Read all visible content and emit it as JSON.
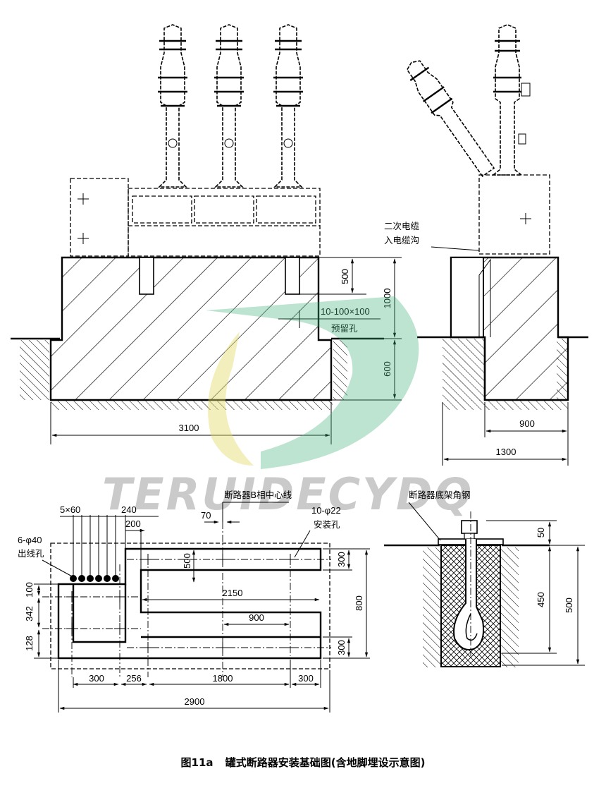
{
  "watermark": "TERUIDECYDQ",
  "caption": {
    "figure_no": "图11a",
    "title": "罐式断路器安装基础图(含地脚埋设示意图)"
  },
  "front_view": {
    "dims": {
      "width_total": "3100",
      "h_top": "500",
      "h_mid": "1000",
      "h_bottom": "600"
    },
    "hole_note": "10-100×100",
    "hole_label": "预留孔"
  },
  "side_view": {
    "cable_label_line1": "二次电缆",
    "cable_label_line2": "入电缆沟",
    "dims": {
      "inner": "900",
      "outer": "1300"
    }
  },
  "plan_view": {
    "labels": {
      "b_center": "断路器B相中心线",
      "bolt_holes_qty": "10-φ22",
      "bolt_holes_name": "安装孔",
      "outlet_qty": "6-φ40",
      "outlet_name": "出线孔",
      "slots": "5×60"
    },
    "dims": {
      "d240": "240",
      "d200": "200",
      "d70": "70",
      "d500": "500",
      "d2150": "2150",
      "d900": "900",
      "d300a": "300",
      "d800": "800",
      "d300b": "300",
      "d100": "100",
      "d342": "342",
      "d128": "128",
      "b300": "300",
      "b256": "256",
      "b1800": "1800",
      "b300r": "300",
      "b2900": "2900"
    }
  },
  "anchor_view": {
    "label": "断路器底架角钢",
    "dims": {
      "d50": "50",
      "d450": "450",
      "d500": "500"
    }
  }
}
